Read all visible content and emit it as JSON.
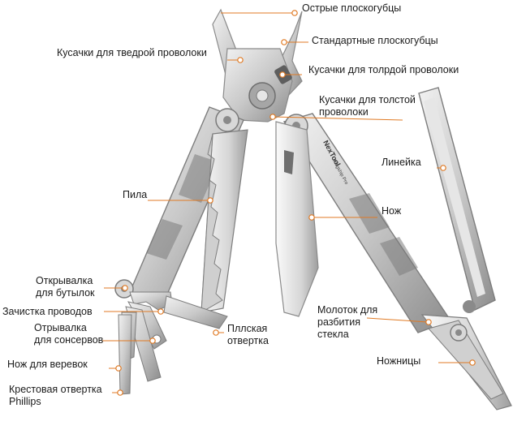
{
  "colors": {
    "leader": "#e07a24",
    "label_text": "#1a1a1a",
    "steel_light": "#e9e9e9",
    "steel_mid": "#bdbdbd",
    "steel_dark": "#7a7a7a"
  },
  "engraving": {
    "brand": "NexTool",
    "model": "Flagship Pro"
  },
  "labels": {
    "needle_nose_pliers": "Острые плоскогубцы",
    "standard_pliers": "Стандартные плоскогубцы",
    "hard_wire_cutter": "Кусачки для тведрой проволоки",
    "thick_wire_cutter_1": "Кусачки для толрдой проволоки",
    "thick_wire_cutter_2": "Кусачки для толстой\nпроволоки",
    "ruler": "Линейка",
    "saw": "Пила",
    "knife": "Нож",
    "bottle_opener": "Открывалка\nдля бутылок",
    "wire_stripper": "Зачистка проводов",
    "can_opener": "Отрывалка\nдля сонсервов",
    "flat_screwdriver": "Пллская\nотвертка",
    "glass_breaker": "Молоток для\nразбития\nстекла",
    "scissors": "Ножницы",
    "rope_cutter": "Нож для веревок",
    "phillips_screwdriver": "Крестовая отвертка\nPhillips"
  }
}
